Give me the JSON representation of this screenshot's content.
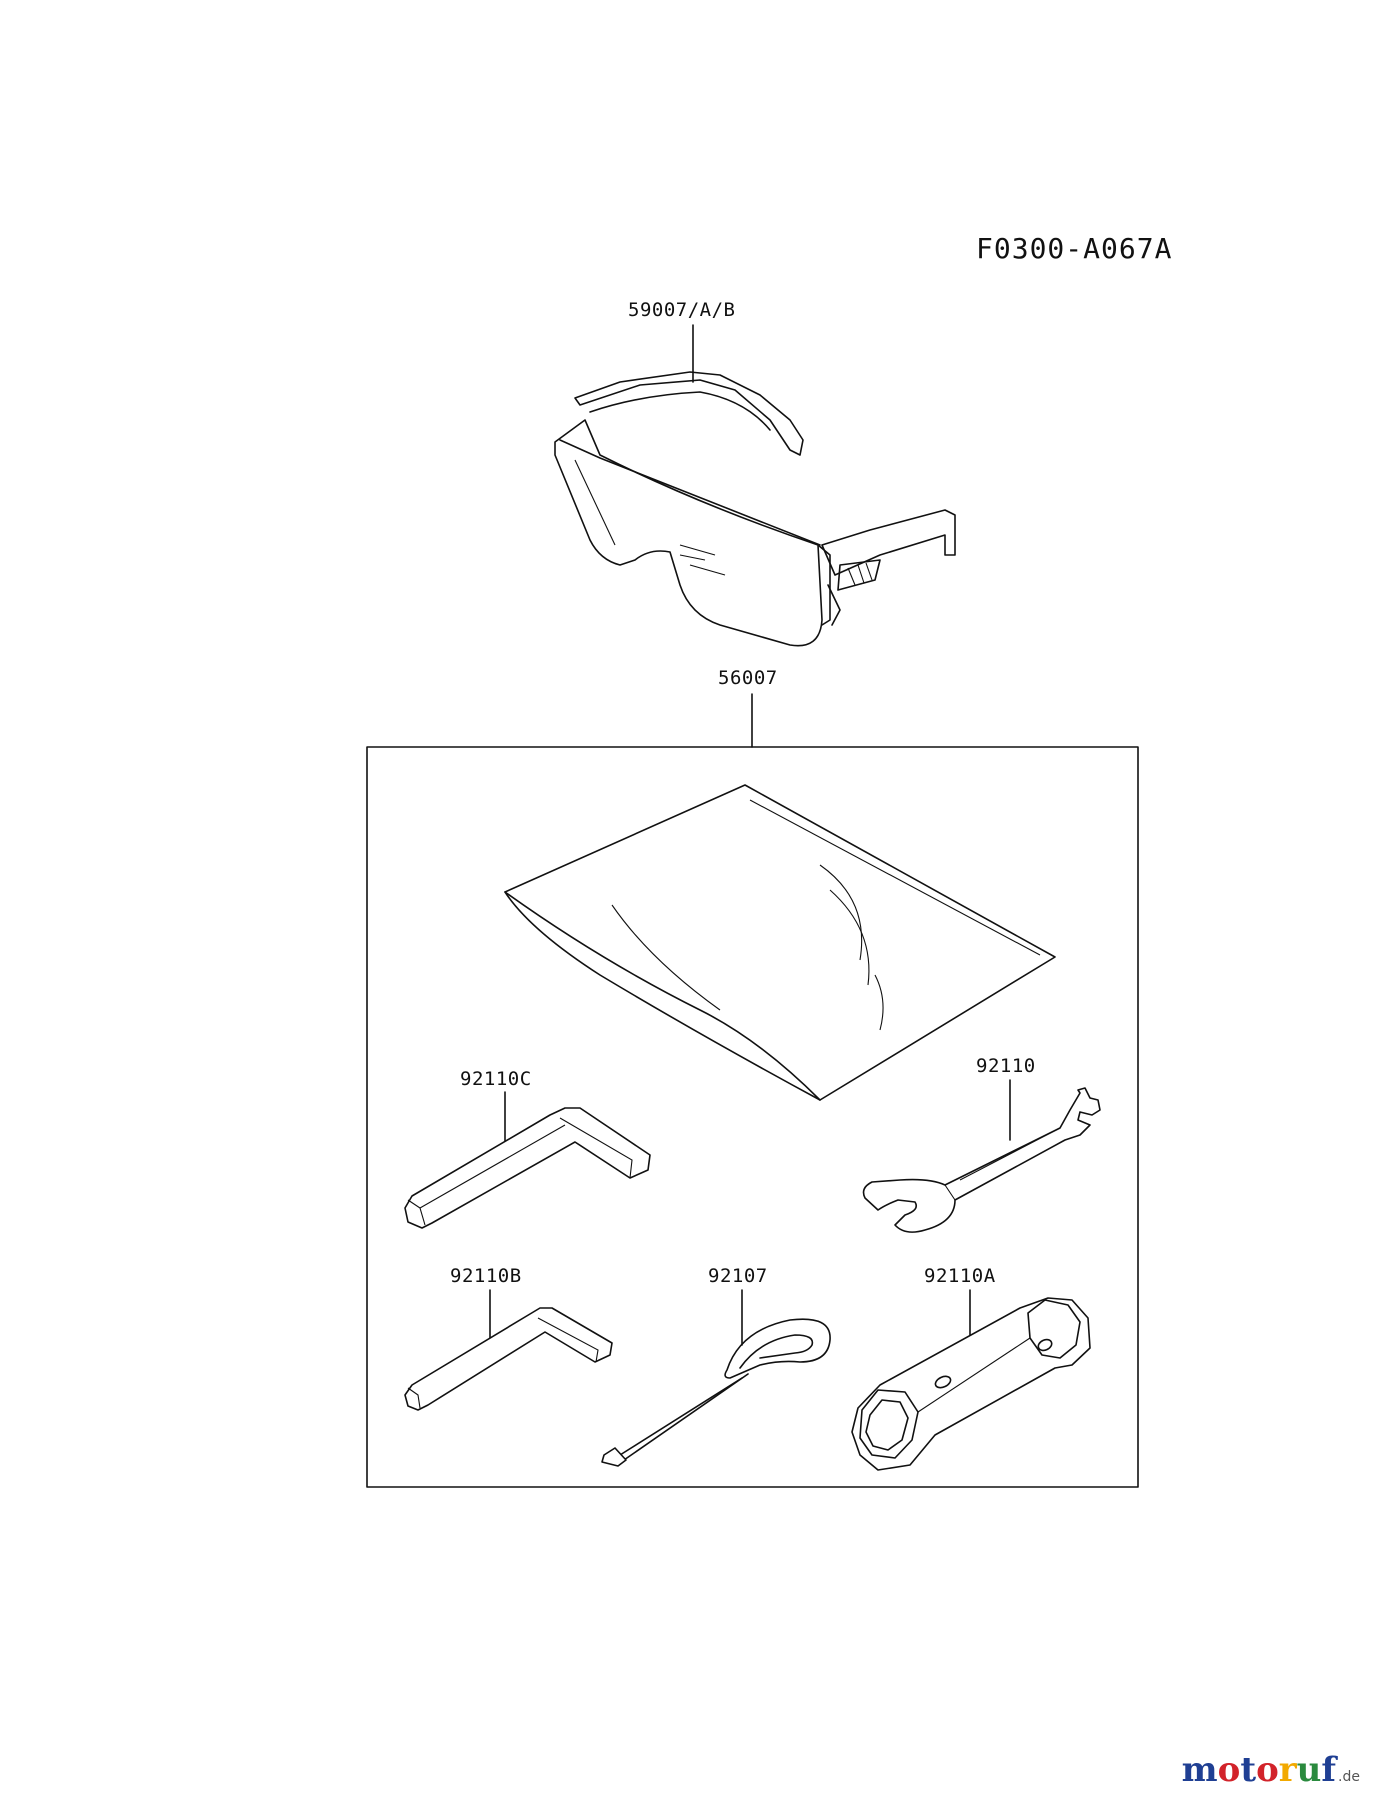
{
  "diagram": {
    "code": "F0300-A067A",
    "labels": {
      "glasses": "59007/A/B",
      "kit": "56007",
      "hex_key_large": "92110C",
      "wrench": "92110",
      "hex_key_small": "92110B",
      "screwdriver": "92107",
      "box_spanner": "92110A"
    }
  },
  "watermark": {
    "main": "motoruf",
    "tld": ".de",
    "colors": [
      "#1f3f93",
      "#d2232a",
      "#1f3f93",
      "#d2232a",
      "#f2a900",
      "#2a8a3e",
      "#1f3f93"
    ]
  }
}
